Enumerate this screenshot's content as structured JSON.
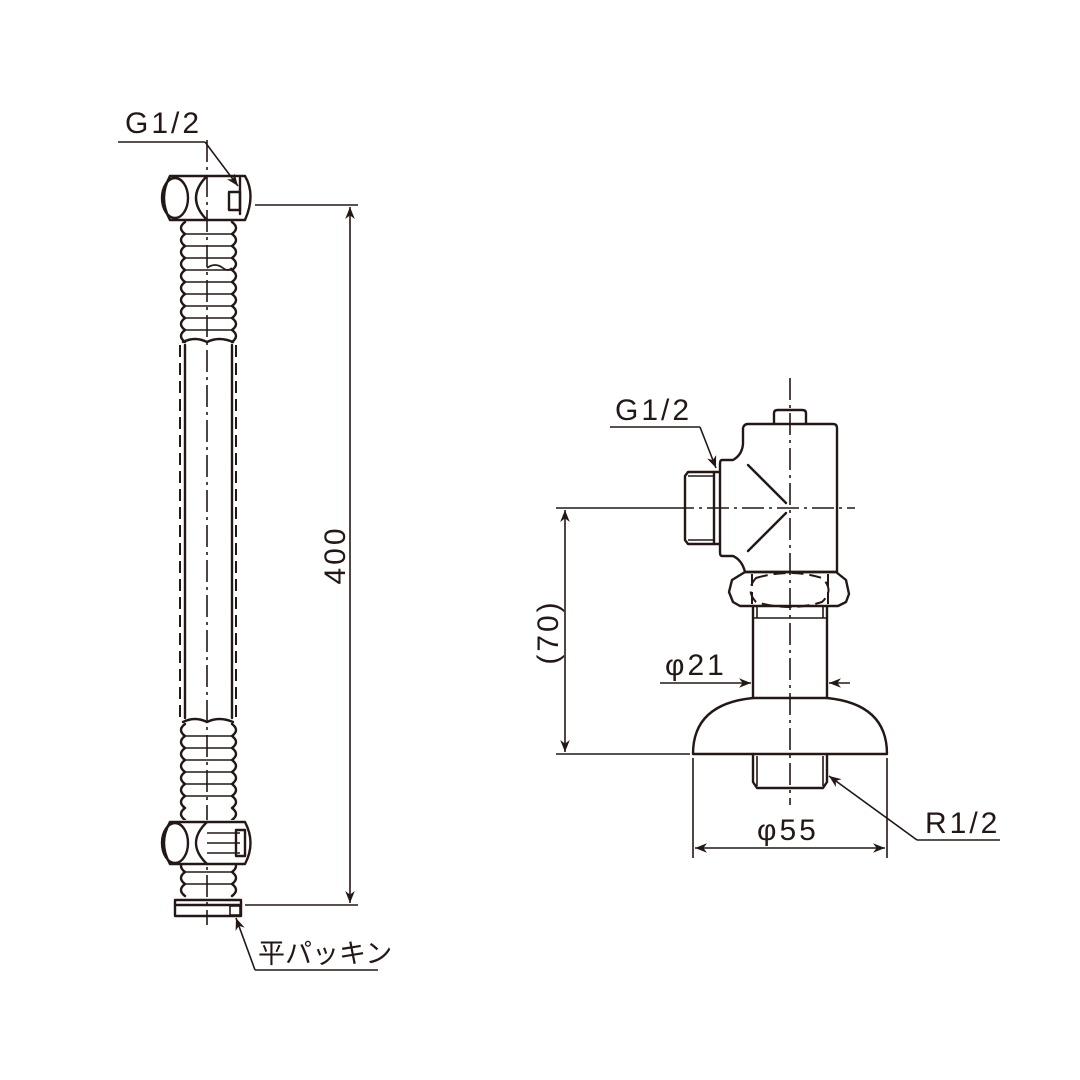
{
  "drawing": {
    "background": "#ffffff",
    "line_color": "#231815"
  },
  "hose": {
    "name": "flexible-hose",
    "top_thread_label": "G1/2",
    "length_dimension": "400",
    "gasket_label": "平パッキン"
  },
  "valve": {
    "name": "angle-stop-valve",
    "inlet_thread_label": "G1/2",
    "height_dimension": "(70)",
    "stem_diameter": "φ21",
    "flange_diameter": "φ55",
    "outlet_thread_label": "R1/2"
  }
}
